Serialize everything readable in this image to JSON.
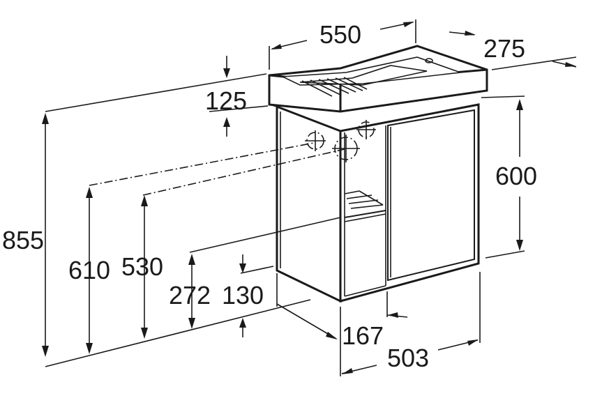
{
  "dimensions": {
    "width_top": "550",
    "depth_top": "275",
    "basin_height": "125",
    "cabinet_height": "600",
    "total_height": "855",
    "drain_height_1": "610",
    "drain_height_2": "530",
    "wall_height_1": "272",
    "wall_height_2": "130",
    "cabinet_depth": "167",
    "cabinet_width": "503"
  }
}
